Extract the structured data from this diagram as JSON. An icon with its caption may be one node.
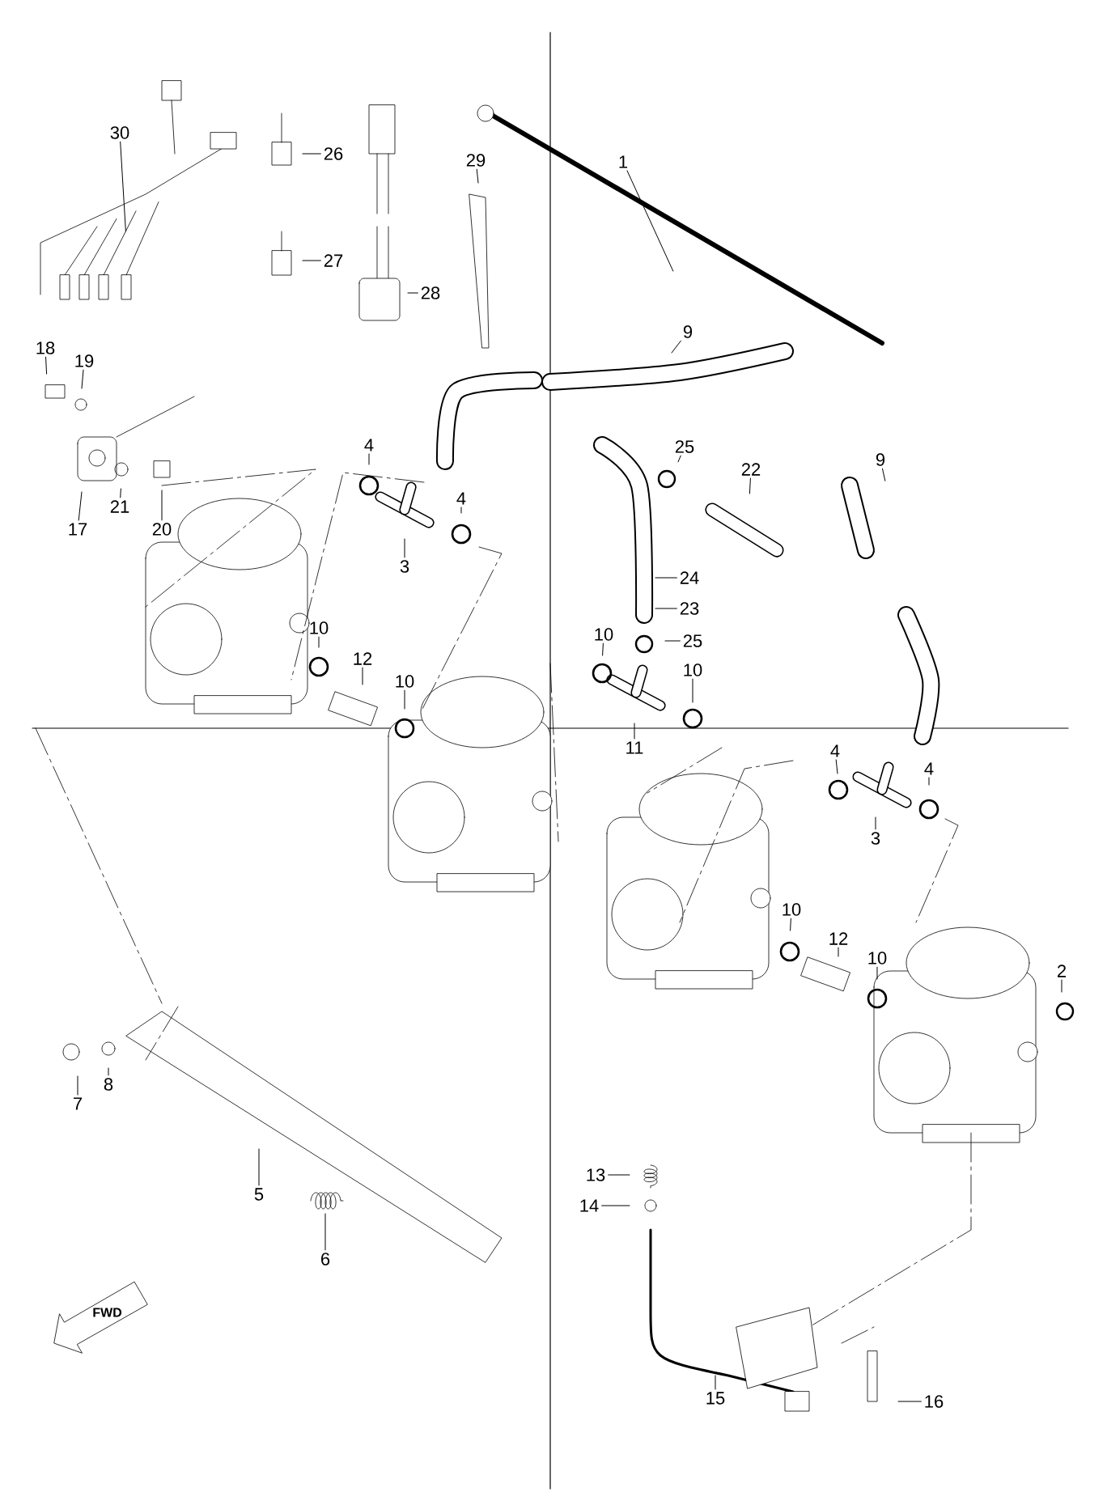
{
  "diagram": {
    "nodes": [
      {
        "text": [
          "1"
        ]
      },
      {
        "text": [
          "30"
        ]
      },
      {
        "text": [
          "26"
        ]
      },
      {
        "text": [
          "27"
        ]
      },
      {
        "text": [
          "28"
        ]
      },
      {
        "text": [
          "29"
        ]
      },
      {
        "text": [
          "9"
        ]
      },
      {
        "text": [
          "18"
        ]
      },
      {
        "text": [
          "19"
        ]
      },
      {
        "text": [
          "17"
        ]
      },
      {
        "text": [
          "21"
        ]
      },
      {
        "text": [
          "20"
        ]
      },
      {
        "text": [
          "4"
        ]
      },
      {
        "text": [
          "4"
        ]
      },
      {
        "text": [
          "3"
        ]
      },
      {
        "text": [
          "25"
        ]
      },
      {
        "text": [
          "22"
        ]
      },
      {
        "text": [
          "24"
        ]
      },
      {
        "text": [
          "23"
        ]
      },
      {
        "text": [
          "25"
        ]
      },
      {
        "text": [
          "9"
        ]
      },
      {
        "text": [
          "10"
        ]
      },
      {
        "text": [
          "10"
        ]
      },
      {
        "text": [
          "11"
        ]
      },
      {
        "text": [
          "10"
        ]
      },
      {
        "text": [
          "12"
        ]
      },
      {
        "text": [
          "10"
        ]
      },
      {
        "text": [
          "4"
        ]
      },
      {
        "text": [
          "4"
        ]
      },
      {
        "text": [
          "3"
        ]
      },
      {
        "text": [
          "10"
        ]
      },
      {
        "text": [
          "12"
        ]
      },
      {
        "text": [
          "10"
        ]
      },
      {
        "text": [
          "2"
        ]
      },
      {
        "text": [
          "7"
        ]
      },
      {
        "text": [
          "8"
        ]
      },
      {
        "text": [
          "5"
        ]
      },
      {
        "text": [
          "6"
        ]
      },
      {
        "text": [
          "13"
        ]
      },
      {
        "text": [
          "14"
        ]
      },
      {
        "text": [
          "15"
        ]
      },
      {
        "text": [
          "16"
        ]
      }
    ],
    "edges": [
      {
        "from": 0,
        "to": null,
        "arrow": "none"
      },
      {
        "from": 1,
        "to": null,
        "arrow": "none"
      },
      {
        "from": 2,
        "to": null,
        "arrow": "none"
      },
      {
        "from": 3,
        "to": null,
        "arrow": "none"
      },
      {
        "from": 4,
        "to": null,
        "arrow": "none"
      },
      {
        "from": 5,
        "to": null,
        "arrow": "none"
      },
      {
        "from": 6,
        "to": null,
        "arrow": "none"
      },
      {
        "from": 7,
        "to": null,
        "arrow": "none"
      },
      {
        "from": 8,
        "to": null,
        "arrow": "none"
      },
      {
        "from": 9,
        "to": null,
        "arrow": "none"
      },
      {
        "from": 10,
        "to": null,
        "arrow": "none"
      },
      {
        "from": 11,
        "to": null,
        "arrow": "none"
      },
      {
        "from": 12,
        "to": null,
        "arrow": "none"
      },
      {
        "from": 13,
        "to": null,
        "arrow": "none"
      },
      {
        "from": 14,
        "to": null,
        "arrow": "none"
      },
      {
        "from": 15,
        "to": null,
        "arrow": "none"
      },
      {
        "from": 16,
        "to": null,
        "arrow": "none"
      },
      {
        "from": 17,
        "to": null,
        "arrow": "none"
      },
      {
        "from": 18,
        "to": null,
        "arrow": "none"
      },
      {
        "from": 19,
        "to": null,
        "arrow": "none"
      },
      {
        "from": 20,
        "to": null,
        "arrow": "none"
      },
      {
        "from": 21,
        "to": null,
        "arrow": "none"
      },
      {
        "from": 22,
        "to": null,
        "arrow": "none"
      },
      {
        "from": 23,
        "to": null,
        "arrow": "none"
      },
      {
        "from": 24,
        "to": null,
        "arrow": "none"
      },
      {
        "from": 25,
        "to": null,
        "arrow": "none"
      },
      {
        "from": 26,
        "to": null,
        "arrow": "none"
      },
      {
        "from": 27,
        "to": null,
        "arrow": "none"
      },
      {
        "from": 28,
        "to": null,
        "arrow": "none"
      },
      {
        "from": 29,
        "to": null,
        "arrow": "none"
      },
      {
        "from": 30,
        "to": null,
        "arrow": "none"
      },
      {
        "from": 31,
        "to": null,
        "arrow": "none"
      },
      {
        "from": 32,
        "to": null,
        "arrow": "none"
      },
      {
        "from": 33,
        "to": null,
        "arrow": "none"
      },
      {
        "from": 34,
        "to": null,
        "arrow": "none"
      },
      {
        "from": 35,
        "to": null,
        "arrow": "none"
      },
      {
        "from": 36,
        "to": null,
        "arrow": "none"
      },
      {
        "from": 37,
        "to": null,
        "arrow": "none"
      },
      {
        "from": 38,
        "to": null,
        "arrow": "none"
      },
      {
        "from": 39,
        "to": null,
        "arrow": "none"
      },
      {
        "from": 40,
        "to": null,
        "arrow": "none"
      },
      {
        "from": 41,
        "to": null,
        "arrow": "none"
      }
    ],
    "labels": [
      "FWD"
    ]
  }
}
